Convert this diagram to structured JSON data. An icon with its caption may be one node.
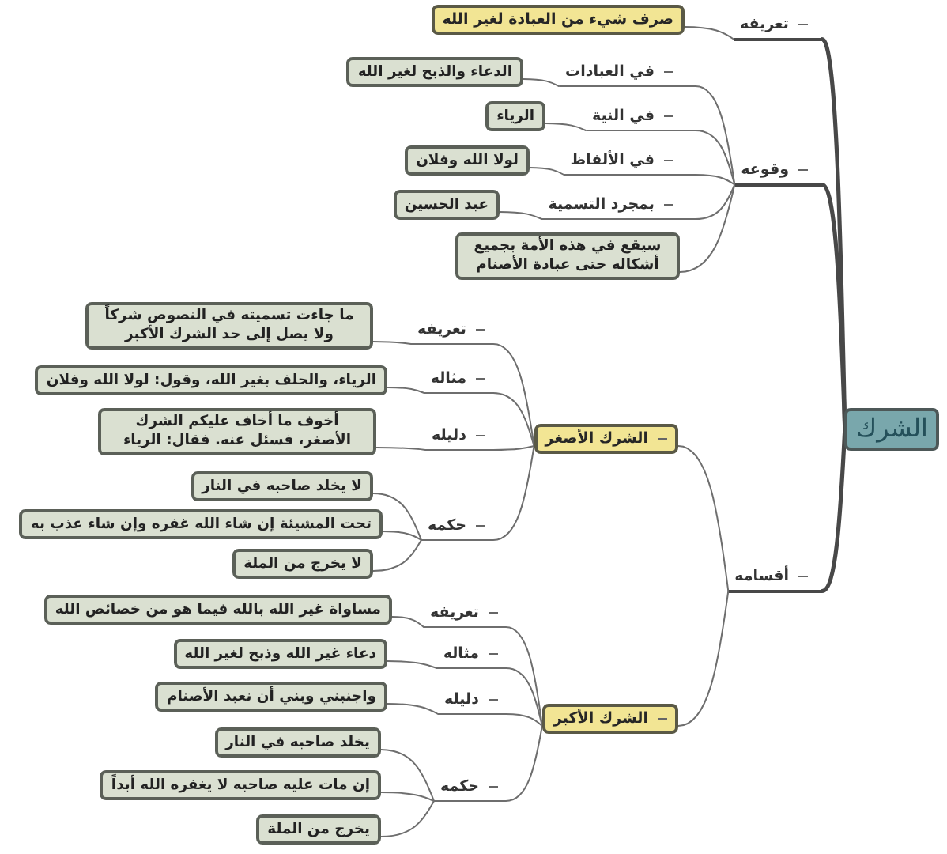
{
  "diagram": {
    "nodes": [
      {
        "text": [
          "الشرك"
        ]
      },
      {
        "text": [
          "تعريفه"
        ]
      },
      {
        "text": [
          "صرف شيء من العبادة لغير الله"
        ]
      },
      {
        "text": [
          "وقوعه"
        ]
      },
      {
        "text": [
          "في العبادات"
        ]
      },
      {
        "text": [
          "الدعاء والذبح لغير الله"
        ]
      },
      {
        "text": [
          "في النية"
        ]
      },
      {
        "text": [
          "الرياء"
        ]
      },
      {
        "text": [
          "في الألفاظ"
        ]
      },
      {
        "text": [
          "لولا الله وفلان"
        ]
      },
      {
        "text": [
          "بمجرد التسمية"
        ]
      },
      {
        "text": [
          "عبد الحسين"
        ]
      },
      {
        "text": [
          "سيقع في هذه الأمة بجميع أشكاله حتى عبادة الأصنام"
        ]
      },
      {
        "text": [
          "أقسامه"
        ]
      },
      {
        "text": [
          "الشرك الأصغر"
        ]
      },
      {
        "text": [
          "تعريفه"
        ]
      },
      {
        "text": [
          "ما جاءت تسميته في النصوص شركاً ولا يصل إلى حد الشرك الأكبر"
        ]
      },
      {
        "text": [
          "مثاله"
        ]
      },
      {
        "text": [
          "الرياء، والحلف بغير الله، وقول: لولا الله وفلان"
        ]
      },
      {
        "text": [
          "دليله"
        ]
      },
      {
        "text": [
          "أخوف ما أخاف عليكم الشرك الأصغر، فسئل عنه. فقال: الرياء"
        ]
      },
      {
        "text": [
          "حكمه"
        ]
      },
      {
        "text": [
          "لا يخلد صاحبه في النار"
        ]
      },
      {
        "text": [
          "تحت المشيئة إن شاء الله غفره وإن شاء عذب به"
        ]
      },
      {
        "text": [
          "لا يخرج من الملة"
        ]
      },
      {
        "text": [
          "الشرك الأكبر"
        ]
      },
      {
        "text": [
          "تعريفه"
        ]
      },
      {
        "text": [
          "مساواة غير الله بالله فيما هو من خصائص الله"
        ]
      },
      {
        "text": [
          "مثاله"
        ]
      },
      {
        "text": [
          "دعاء غير الله وذبح لغير الله"
        ]
      },
      {
        "text": [
          "دليله"
        ]
      },
      {
        "text": [
          "واجنبني وبني أن نعبد الأصنام"
        ]
      },
      {
        "text": [
          "حكمه"
        ]
      },
      {
        "text": [
          "يخلد صاحبه في النار"
        ]
      },
      {
        "text": [
          "إن مات عليه صاحبه لا يغفره الله أبداً"
        ]
      },
      {
        "text": [
          "يخرج من الملة"
        ]
      }
    ],
    "edges": [
      {
        "from": 0,
        "to": 1,
        "arrow": "none",
        "style": "thick"
      },
      {
        "from": 1,
        "to": 2,
        "arrow": "none"
      },
      {
        "from": 0,
        "to": 3,
        "arrow": "none",
        "style": "thick"
      },
      {
        "from": 3,
        "to": 4,
        "arrow": "none"
      },
      {
        "from": 4,
        "to": 5,
        "arrow": "none"
      },
      {
        "from": 3,
        "to": 6,
        "arrow": "none"
      },
      {
        "from": 6,
        "to": 7,
        "arrow": "none"
      },
      {
        "from": 3,
        "to": 8,
        "arrow": "none"
      },
      {
        "from": 8,
        "to": 9,
        "arrow": "none"
      },
      {
        "from": 3,
        "to": 10,
        "arrow": "none"
      },
      {
        "from": 10,
        "to": 11,
        "arrow": "none"
      },
      {
        "from": 3,
        "to": 12,
        "arrow": "none"
      },
      {
        "from": 0,
        "to": 13,
        "arrow": "none",
        "style": "thick"
      },
      {
        "from": 13,
        "to": 14,
        "arrow": "none"
      },
      {
        "from": 14,
        "to": 15,
        "arrow": "none"
      },
      {
        "from": 15,
        "to": 16,
        "arrow": "none"
      },
      {
        "from": 14,
        "to": 17,
        "arrow": "none"
      },
      {
        "from": 17,
        "to": 18,
        "arrow": "none"
      },
      {
        "from": 14,
        "to": 19,
        "arrow": "none"
      },
      {
        "from": 19,
        "to": 20,
        "arrow": "none"
      },
      {
        "from": 14,
        "to": 21,
        "arrow": "none"
      },
      {
        "from": 21,
        "to": 22,
        "arrow": "none"
      },
      {
        "from": 21,
        "to": 23,
        "arrow": "none"
      },
      {
        "from": 21,
        "to": 24,
        "arrow": "none"
      },
      {
        "from": 13,
        "to": 25,
        "arrow": "none"
      },
      {
        "from": 25,
        "to": 26,
        "arrow": "none"
      },
      {
        "from": 26,
        "to": 27,
        "arrow": "none"
      },
      {
        "from": 25,
        "to": 28,
        "arrow": "none"
      },
      {
        "from": 28,
        "to": 29,
        "arrow": "none"
      },
      {
        "from": 25,
        "to": 30,
        "arrow": "none"
      },
      {
        "from": 30,
        "to": 31,
        "arrow": "none"
      },
      {
        "from": 25,
        "to": 32,
        "arrow": "none"
      },
      {
        "from": 32,
        "to": 33,
        "arrow": "none"
      },
      {
        "from": 32,
        "to": 34,
        "arrow": "none"
      },
      {
        "from": 32,
        "to": 35,
        "arrow": "none"
      }
    ]
  }
}
